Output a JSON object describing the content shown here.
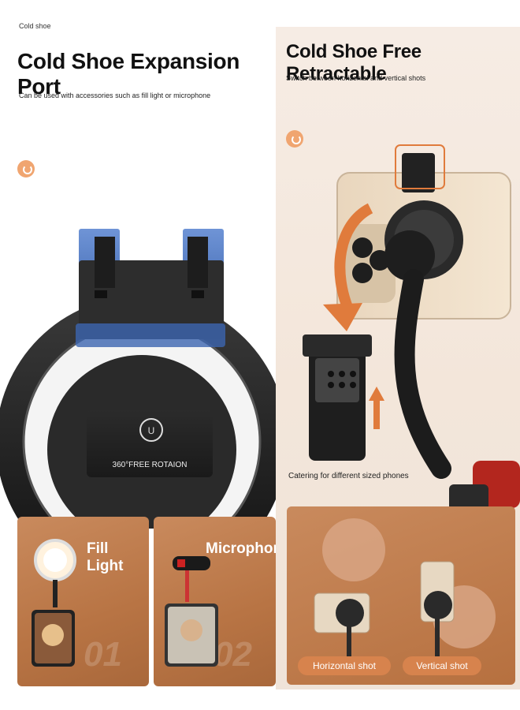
{
  "left": {
    "tag": "Cold shoe",
    "title": "Cold Shoe Expansion Port",
    "subtitle": "Can be used with accessories such as fill light or microphone",
    "plate_label": "360°FREE ROTAION",
    "cards": [
      {
        "label": "Fill Light",
        "number": "01"
      },
      {
        "label": "Microphone",
        "number": "02"
      }
    ]
  },
  "right": {
    "title": "Cold Shoe Free Retractable",
    "subtitle": "Switch between horizontal and vertical shots",
    "caption": "Catering for different sized phones",
    "shots": [
      {
        "label": "Horizontal shot"
      },
      {
        "label": "Vertical shot"
      }
    ]
  },
  "colors": {
    "accent": "#d7834d",
    "card": "#b87444",
    "shoe_blue": "#4a78c8"
  }
}
